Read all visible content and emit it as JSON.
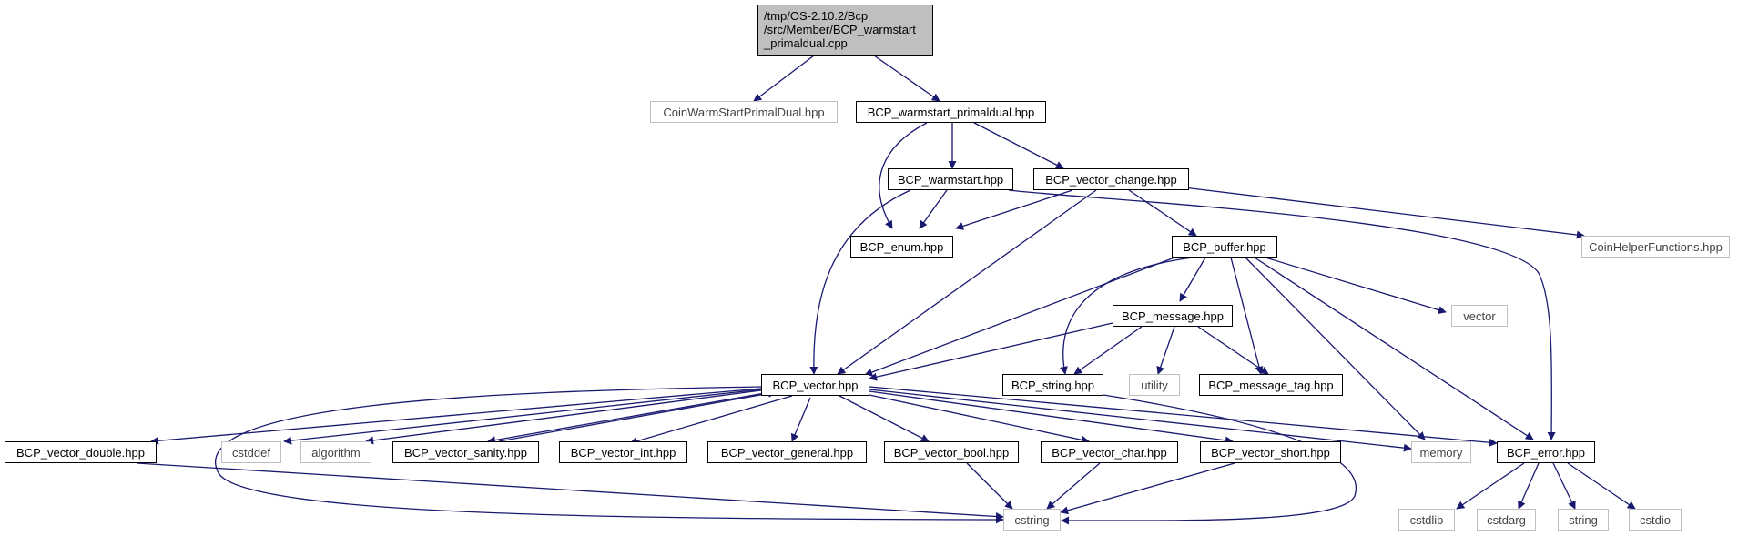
{
  "colors": {
    "edge": "#191970",
    "root_fill": "#bfbfbf",
    "internal_border": "#000000",
    "external_border": "#bfbfbf"
  },
  "nodes": {
    "root": {
      "line1": "/tmp/OS-2.10.2/Bcp",
      "line2": "/src/Member/BCP_warmstart",
      "line3": "_primaldual.cpp"
    },
    "coin_warmstart_primaldual": "CoinWarmStartPrimalDual.hpp",
    "bcp_warmstart_primaldual": "BCP_warmstart_primaldual.hpp",
    "bcp_warmstart": "BCP_warmstart.hpp",
    "bcp_vector_change": "BCP_vector_change.hpp",
    "bcp_enum": "BCP_enum.hpp",
    "bcp_buffer": "BCP_buffer.hpp",
    "coin_helper_functions": "CoinHelperFunctions.hpp",
    "bcp_message": "BCP_message.hpp",
    "vector": "vector",
    "bcp_vector": "BCP_vector.hpp",
    "bcp_string": "BCP_string.hpp",
    "utility": "utility",
    "bcp_message_tag": "BCP_message_tag.hpp",
    "bcp_vector_double": "BCP_vector_double.hpp",
    "cstddef": "cstddef",
    "algorithm": "algorithm",
    "bcp_vector_sanity": "BCP_vector_sanity.hpp",
    "bcp_vector_int": "BCP_vector_int.hpp",
    "bcp_vector_general": "BCP_vector_general.hpp",
    "bcp_vector_bool": "BCP_vector_bool.hpp",
    "bcp_vector_char": "BCP_vector_char.hpp",
    "bcp_vector_short": "BCP_vector_short.hpp",
    "memory": "memory",
    "bcp_error": "BCP_error.hpp",
    "cstring": "cstring",
    "cstdlib": "cstdlib",
    "cstdarg": "cstdarg",
    "string": "string",
    "cstdio": "cstdio"
  }
}
